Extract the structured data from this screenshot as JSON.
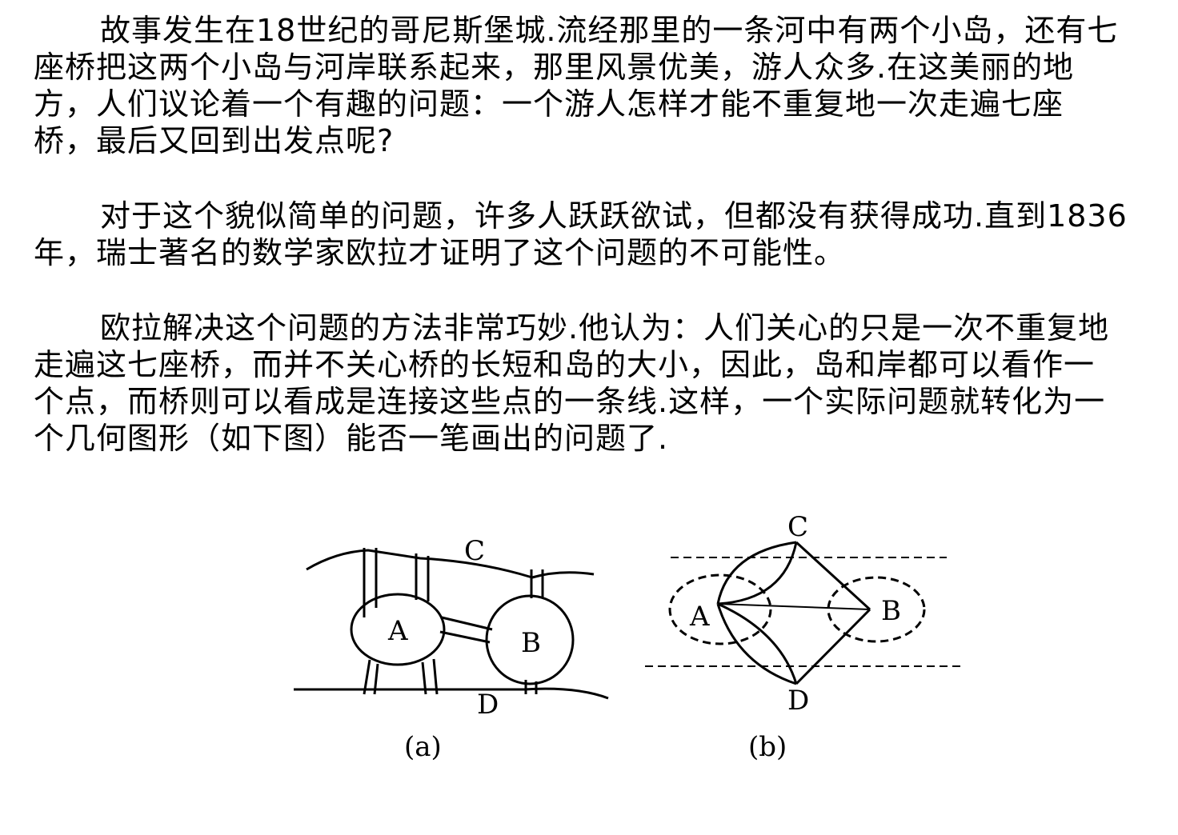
{
  "paragraphs": [
    {
      "lines": [
        "故事发生在18世纪的哥尼斯堡城.流经那里的一条河中有两个小岛，还有七",
        "座桥把这两个小岛与河岸联系起来，那里风景优美，游人众多.在这美丽的地",
        "方，人们议论着一个有趣的问题：一个游人怎样才能不重复地一次走遍七座",
        "桥，最后又回到出发点呢?"
      ]
    },
    {
      "lines": [
        "对于这个貌似简单的问题，许多人跃跃欲试，但都没有获得成功.直到1836",
        "年，瑞士著名的数学家欧拉才证明了这个问题的不可能性。"
      ]
    },
    {
      "lines": [
        "欧拉解决这个问题的方法非常巧妙.他认为：人们关心的只是一次不重复地",
        "走遍这七座桥，而并不关心桥的长短和岛的大小，因此，岛和岸都可以看作一",
        "个点，而桥则可以看成是连接这些点的一条线.这样，一个实际问题就转化为一",
        "个几何图形（如下图）能否一笔画出的问题了."
      ]
    }
  ],
  "figure_a": {
    "labels": {
      "C": "C",
      "A": "A",
      "B": "B",
      "D": "D"
    },
    "caption": "(a)"
  },
  "figure_b": {
    "labels": {
      "C": "C",
      "A": "A",
      "B": "B",
      "D": "D"
    },
    "caption": "(b)"
  }
}
